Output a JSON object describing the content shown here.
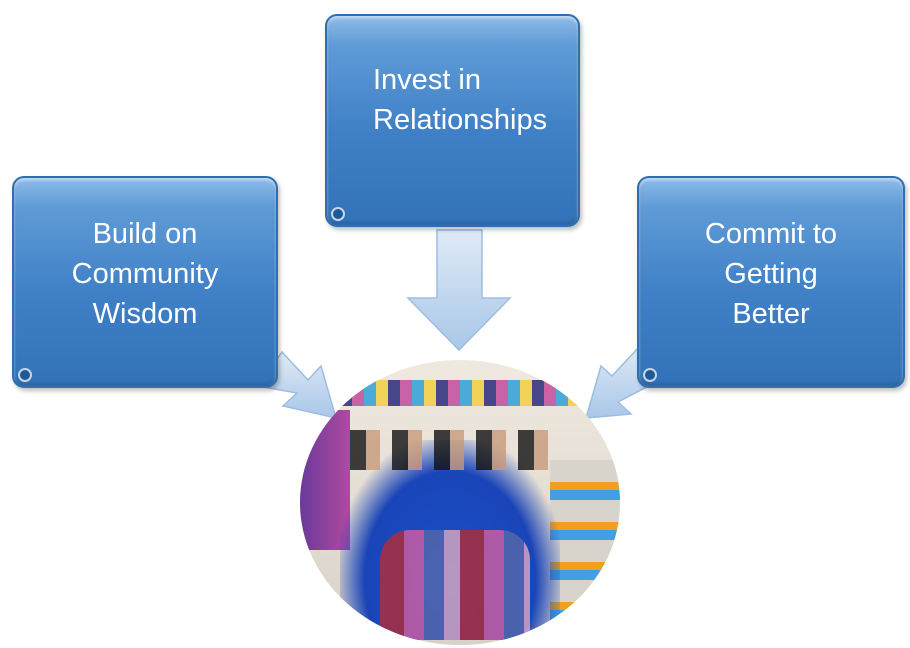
{
  "diagram": {
    "boxes": [
      {
        "id": "left",
        "label": "Build on\nCommunity\nWisdom"
      },
      {
        "id": "top",
        "label": "Invest in\nRelationships"
      },
      {
        "id": "right",
        "label": "Commit to\nGetting\nBetter"
      }
    ],
    "colors": {
      "box_fill": "#3f80c6",
      "box_border": "#2f6fb0",
      "arrow_fill": "#c6dcf2",
      "arrow_stroke": "#8fb4dc"
    },
    "center_image": "graduation-group-photo"
  }
}
